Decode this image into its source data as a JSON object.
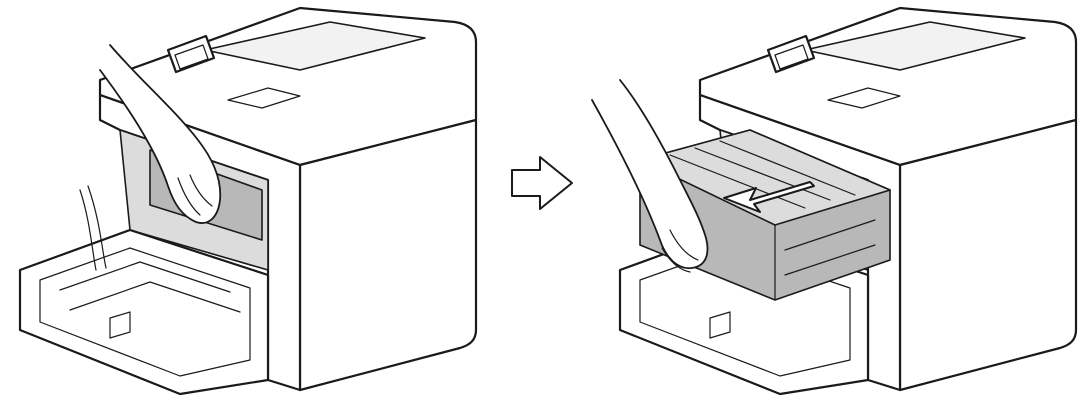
{
  "figure": {
    "panels": [
      {
        "name": "step-before",
        "state": "drum-unit-inside-printer"
      },
      {
        "name": "step-after",
        "state": "drum-unit-pulled-out"
      }
    ],
    "arrow_icon": "right-arrow-outline-icon",
    "pull_arrow_icon": "left-pull-arrow-icon",
    "colors": {
      "line": "#1a1a1a",
      "shade": "#dcdcdc",
      "background": "#ffffff"
    }
  }
}
